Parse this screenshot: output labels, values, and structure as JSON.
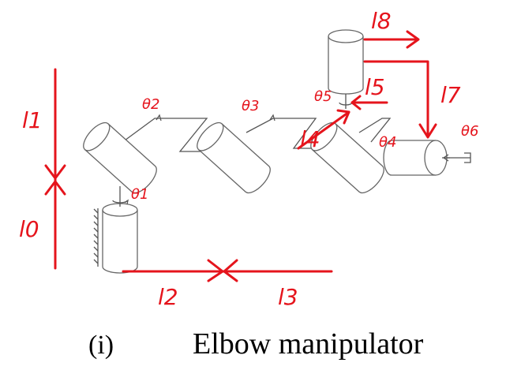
{
  "diagram": {
    "caption_label": "(i)",
    "caption_title": "Elbow manipulator",
    "link_labels": [
      "l0",
      "l1",
      "l2",
      "l3",
      "l4",
      "l5",
      "l7",
      "l8"
    ],
    "joint_labels": [
      "θ1",
      "θ2",
      "θ3",
      "θ4",
      "θ5",
      "θ6"
    ],
    "colors": {
      "annotation": "#e5141c",
      "mechanism": "#666666",
      "caption": "#000000"
    }
  }
}
